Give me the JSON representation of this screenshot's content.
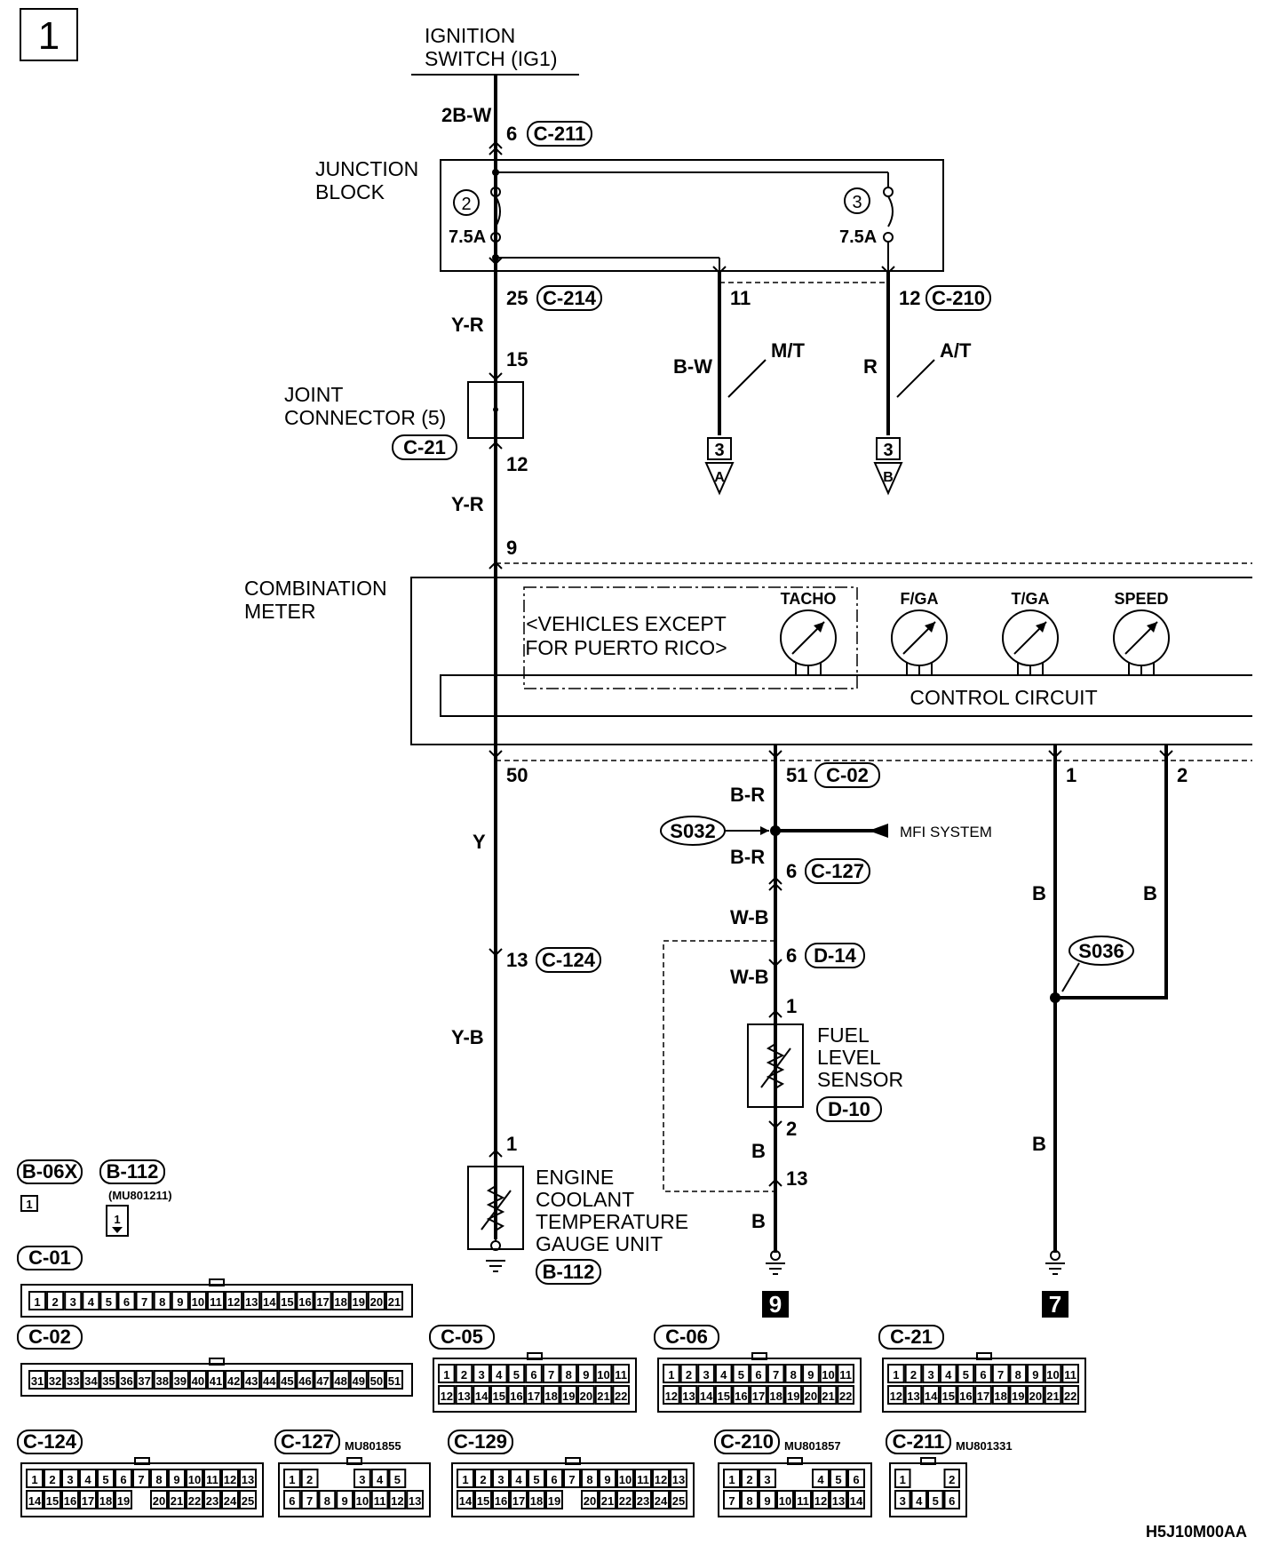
{
  "page_number": "1",
  "figure_code": "H5J10M00AA",
  "labels": {
    "ignition_line1": "IGNITION",
    "ignition_line2": "SWITCH (IG1)",
    "junction_line1": "JUNCTION",
    "junction_line2": "BLOCK",
    "fuse_left_num": "2",
    "fuse_left_amp": "7.5A",
    "fuse_right_num": "3",
    "fuse_right_amp": "7.5A",
    "joint_line1": "JOINT",
    "joint_line2": "CONNECTOR (5)",
    "combination_line1": "COMBINATION",
    "combination_line2": "METER",
    "vehicles_line1": "<VEHICLES EXCEPT",
    "vehicles_line2": "FOR PUERTO RICO>",
    "control_circuit": "CONTROL CIRCUIT",
    "mfi_system": "MFI SYSTEM",
    "fuel_line1": "FUEL",
    "fuel_line2": "LEVEL",
    "fuel_line3": "SENSOR",
    "engine_line1": "ENGINE",
    "engine_line2": "COOLANT",
    "engine_line3": "TEMPERATURE",
    "engine_line4": "GAUGE UNIT",
    "mt": "M/T",
    "at": "A/T",
    "ref_page_a": "3",
    "ref_letter_a": "A",
    "ref_page_b": "3",
    "ref_letter_b": "B",
    "ground_ref_9": "9",
    "ground_ref_7": "7"
  },
  "gauges": [
    "TACHO",
    "F/GA",
    "T/GA",
    "SPEED"
  ],
  "wires": {
    "w_2bw": "2B-W",
    "w_yr1": "Y-R",
    "w_yr2": "Y-R",
    "w_bw": "B-W",
    "w_r": "R",
    "w_y": "Y",
    "w_yb": "Y-B",
    "w_br1": "B-R",
    "w_br2": "B-R",
    "w_wb1": "W-B",
    "w_wb2": "W-B",
    "w_b1": "B",
    "w_b2": "B",
    "w_b3": "B",
    "w_b4": "B",
    "w_b5": "B"
  },
  "pins": {
    "p6_top": "6",
    "p25": "25",
    "p11": "11",
    "p12_top": "12",
    "p15": "15",
    "p12": "12",
    "p9": "9",
    "p50": "50",
    "p51": "51",
    "p1_right": "1",
    "p2_right": "2",
    "p6_c127": "6",
    "p6_d14": "6",
    "p1_fuel": "1",
    "p2_fuel": "2",
    "p13_fuel": "13",
    "p13_c124": "13",
    "p1_engine": "1"
  },
  "connectors": {
    "c211": "C-211",
    "c214": "C-214",
    "c210": "C-210",
    "c21": "C-21",
    "c02": "C-02",
    "c127": "C-127",
    "d14": "D-14",
    "d10": "D-10",
    "c124": "C-124",
    "b112": "B-112"
  },
  "splices": {
    "s032": "S032",
    "s036": "S036"
  },
  "legend": {
    "b06x_label": "B-06X",
    "b06x_cell": "1",
    "b112_label": "B-112",
    "b112_part": "(MU801211)",
    "b112_cell": "1",
    "c01_label": "C-01",
    "c01_cells": [
      "1",
      "2",
      "3",
      "4",
      "5",
      "6",
      "7",
      "8",
      "9",
      "10",
      "11",
      "12",
      "13",
      "14",
      "15",
      "16",
      "17",
      "18",
      "19",
      "20",
      "21"
    ],
    "c02_label": "C-02",
    "c02_cells": [
      "31",
      "32",
      "33",
      "34",
      "35",
      "36",
      "37",
      "38",
      "39",
      "40",
      "41",
      "42",
      "43",
      "44",
      "45",
      "46",
      "47",
      "48",
      "49",
      "50",
      "51"
    ],
    "c05_label": "C-05",
    "c05_row1": [
      "1",
      "2",
      "3",
      "4",
      "5",
      "6",
      "7",
      "8",
      "9",
      "10",
      "11"
    ],
    "c05_row2": [
      "12",
      "13",
      "14",
      "15",
      "16",
      "17",
      "18",
      "19",
      "20",
      "21",
      "22"
    ],
    "c06_label": "C-06",
    "c06_row1": [
      "1",
      "2",
      "3",
      "4",
      "5",
      "6",
      "7",
      "8",
      "9",
      "10",
      "11"
    ],
    "c06_row2": [
      "12",
      "13",
      "14",
      "15",
      "16",
      "17",
      "18",
      "19",
      "20",
      "21",
      "22"
    ],
    "c21_label": "C-21",
    "c21_row1": [
      "1",
      "2",
      "3",
      "4",
      "5",
      "6",
      "7",
      "8",
      "9",
      "10",
      "11"
    ],
    "c21_row2": [
      "12",
      "13",
      "14",
      "15",
      "16",
      "17",
      "18",
      "19",
      "20",
      "21",
      "22"
    ],
    "c124_label": "C-124",
    "c124_row1": [
      "1",
      "2",
      "3",
      "4",
      "5",
      "6",
      "7",
      "8",
      "9",
      "10",
      "11",
      "12",
      "13"
    ],
    "c124_row2": [
      "14",
      "15",
      "16",
      "17",
      "18",
      "19",
      "",
      "20",
      "21",
      "22",
      "23",
      "24",
      "25"
    ],
    "c127_label": "C-127",
    "c127_part": "MU801855",
    "c127_row1": [
      "1",
      "2",
      "",
      "",
      "3",
      "4",
      "5"
    ],
    "c127_row2": [
      "6",
      "7",
      "8",
      "9",
      "10",
      "11",
      "12",
      "13"
    ],
    "c129_label": "C-129",
    "c129_row1": [
      "1",
      "2",
      "3",
      "4",
      "5",
      "6",
      "7",
      "8",
      "9",
      "10",
      "11",
      "12",
      "13"
    ],
    "c129_row2": [
      "14",
      "15",
      "16",
      "17",
      "18",
      "19",
      "",
      "20",
      "21",
      "22",
      "23",
      "24",
      "25"
    ],
    "c210_label": "C-210",
    "c210_part": "MU801857",
    "c210_row1": [
      "1",
      "2",
      "3",
      "",
      "",
      "4",
      "5",
      "6"
    ],
    "c210_row2": [
      "7",
      "8",
      "9",
      "10",
      "11",
      "12",
      "13",
      "14"
    ],
    "c211_label": "C-211",
    "c211_part": "MU801331",
    "c211_row1": [
      "1",
      "",
      "",
      "2"
    ],
    "c211_row2": [
      "3",
      "4",
      "5",
      "6"
    ]
  }
}
